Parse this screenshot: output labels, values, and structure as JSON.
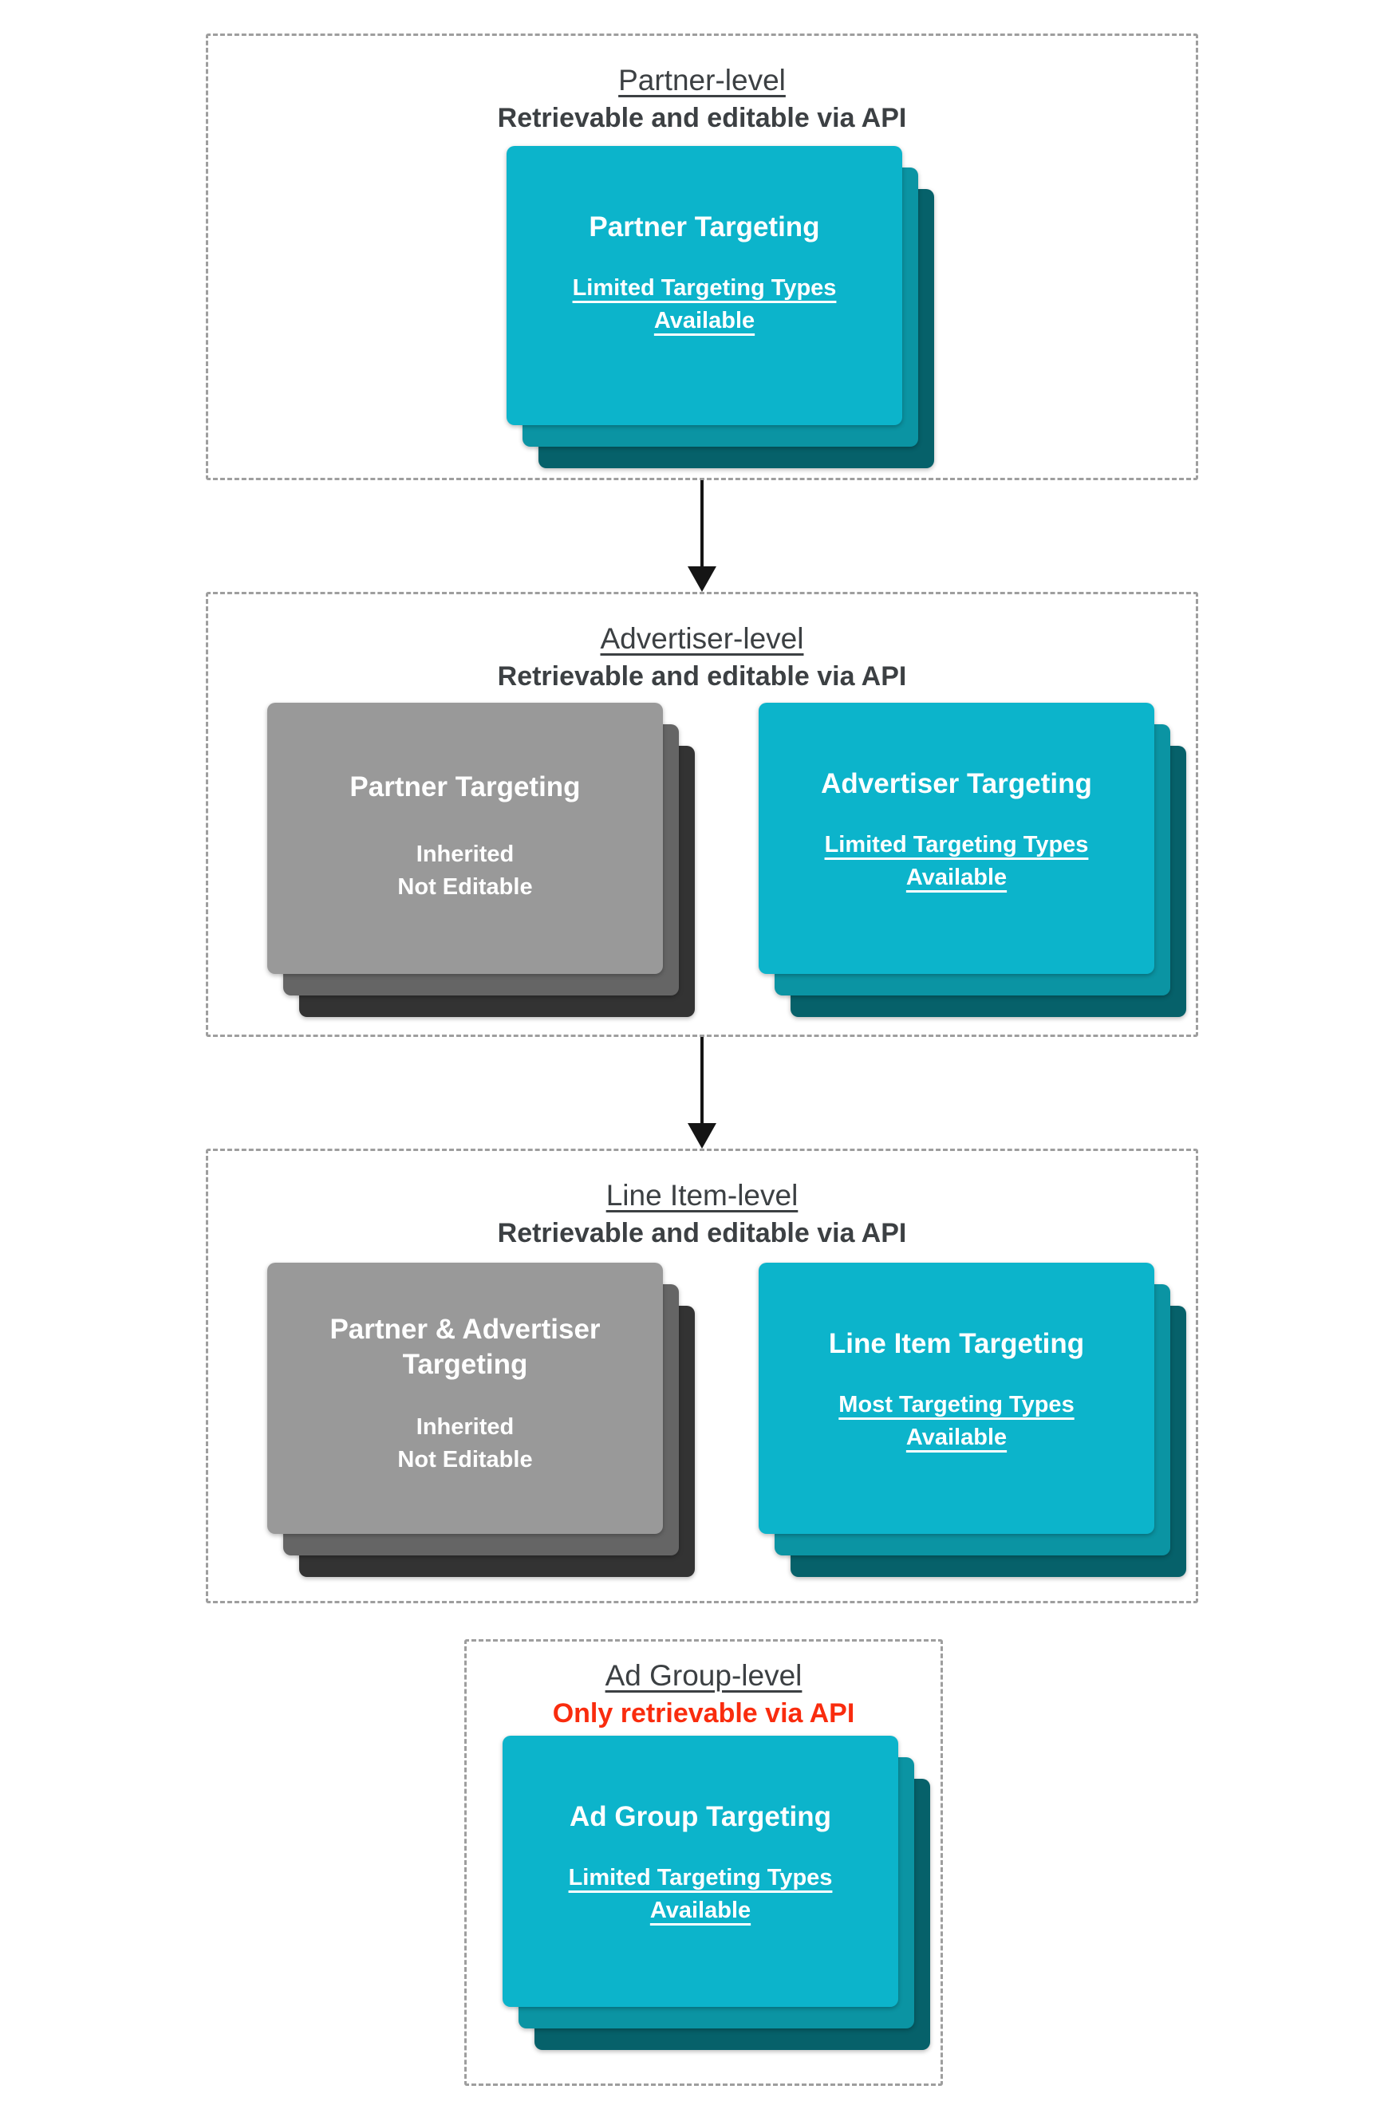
{
  "colors": {
    "card_cyan_front": "#0cb4cb",
    "card_cyan_mid": "#0b94a3",
    "card_cyan_back": "#06616a",
    "card_gray_front": "#999999",
    "card_gray_mid": "#656565",
    "card_gray_back": "#333333",
    "header_text": "#3c4043",
    "alert_red": "#f92c0e",
    "dashed_border": "#9e9e9e",
    "arrow_black": "#151515"
  },
  "sections": [
    {
      "title": "Partner-level",
      "subtitle": "Retrievable and editable via API",
      "cards": [
        {
          "variant": "cyan",
          "title": "Partner Targeting",
          "lines": [
            "Limited Targeting Types",
            "Available"
          ]
        }
      ]
    },
    {
      "title": "Advertiser-level",
      "subtitle": "Retrievable and editable via API",
      "cards": [
        {
          "variant": "gray",
          "title": "Partner Targeting",
          "lines": [
            "Inherited",
            "Not Editable"
          ]
        },
        {
          "variant": "cyan",
          "title": "Advertiser Targeting",
          "lines": [
            "Limited Targeting Types",
            "Available"
          ]
        }
      ]
    },
    {
      "title": "Line Item-level",
      "subtitle": "Retrievable and editable via API",
      "cards": [
        {
          "variant": "gray",
          "title": "Partner & Advertiser Targeting",
          "lines": [
            "Inherited",
            "Not Editable"
          ]
        },
        {
          "variant": "cyan",
          "title": "Line Item Targeting",
          "lines": [
            "Most Targeting Types",
            "Available"
          ]
        }
      ]
    },
    {
      "title": "Ad Group-level",
      "subtitle": "Only retrievable via API",
      "cards": [
        {
          "variant": "cyan",
          "title": "Ad Group Targeting",
          "lines": [
            "Limited Targeting Types",
            "Available"
          ]
        }
      ]
    }
  ]
}
